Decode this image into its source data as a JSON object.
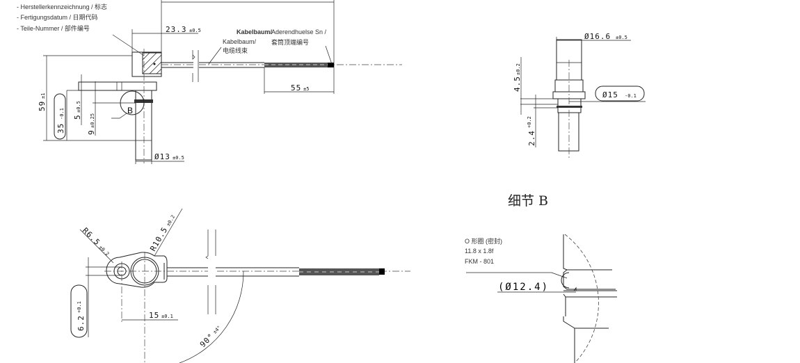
{
  "notes": {
    "marking_items": [
      "- Herstellerkennzeichnung / 标志",
      "- Fertigungsdatum / 日期代码",
      "- Teile-Nummer / 部件编号"
    ],
    "cable_label": [
      "Kabelbaum/",
      "Kabelbaum/",
      "电缆线束"
    ],
    "ferrule_label": [
      "Aderendhuelse Sn /",
      "套筒顶端编号"
    ],
    "detail_label": "B",
    "detail_title": "细节 B",
    "oring_spec": [
      "O 形圈 (密封)",
      "11.8 x 1.8f",
      "FKM - 801"
    ]
  },
  "dimensions": {
    "d23_3": {
      "value": "23.3",
      "tol": "±0.5"
    },
    "d55": {
      "value": "55",
      "tol": "±5"
    },
    "d59": {
      "value": "59",
      "tol": "±1"
    },
    "d35": {
      "value": "35",
      "tol": "-0.1"
    },
    "d5": {
      "value": "5",
      "tol": "±0.5"
    },
    "d9": {
      "value": "9",
      "tol": "±0.25"
    },
    "d13": {
      "value": "Ø13",
      "tol": "±0.5"
    },
    "d16_6": {
      "value": "Ø16.6",
      "tol": "±0.5"
    },
    "d15dia": {
      "value": "Ø15",
      "tol": "-0.1"
    },
    "d4_5": {
      "value": "4.5",
      "tol": "±0.2"
    },
    "d2_4": {
      "value": "2.4",
      "tol": "+0.2"
    },
    "r6_5": {
      "value": "R6.5",
      "tol": "±0.2"
    },
    "r10_5": {
      "value": "R10.5",
      "tol": "±0.2"
    },
    "d6_2": {
      "value": "6.2",
      "tol": "+0.1"
    },
    "d15": {
      "value": "15",
      "tol": "±0.1"
    },
    "angle": {
      "value": "90°",
      "tol": "±4°"
    },
    "d12_4": {
      "value": "(Ø12.4)"
    }
  }
}
